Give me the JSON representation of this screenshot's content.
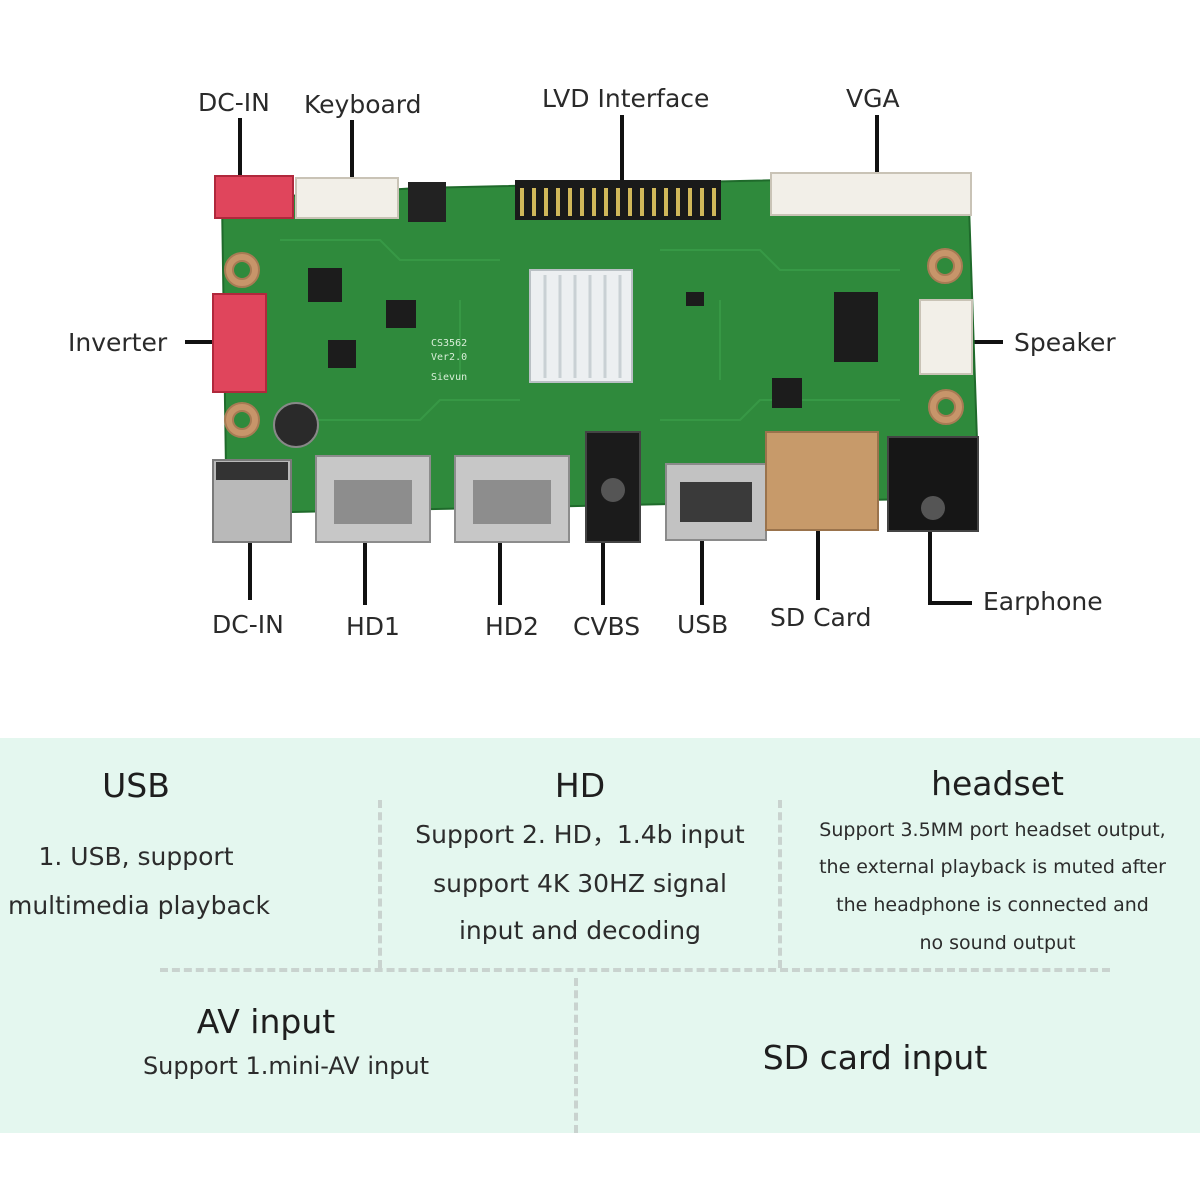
{
  "labels": {
    "dc_in_top": "DC-IN",
    "keyboard": "Keyboard",
    "lvd_interface": "LVD Interface",
    "vga": "VGA",
    "inverter": "Inverter",
    "speaker": "Speaker",
    "dc_in_bottom": "DC-IN",
    "hd1": "HD1",
    "hd2": "HD2",
    "cvbs": "CVBS",
    "usb": "USB",
    "sd_card": "SD Card",
    "earphone": "Earphone"
  },
  "silkscreen": {
    "model": "CS3562",
    "version": "Ver2.0",
    "maker": "Sievun"
  },
  "features": {
    "usb": {
      "title": "USB",
      "line1": "1. USB, support",
      "line2": "multimedia playback"
    },
    "hd": {
      "title": "HD",
      "line1": "Support 2. HD，1.4b input",
      "line2": "support 4K 30HZ signal",
      "line3": "input and decoding"
    },
    "headset": {
      "title": "headset",
      "line1": "Support 3.5MM port headset output,",
      "line2": "the external playback is muted after",
      "line3": "the headphone is connected and",
      "line4": "no sound output"
    },
    "av": {
      "title": "AV input",
      "line1": "Support 1.mini-AV input"
    },
    "sd": {
      "title": "SD card input"
    }
  },
  "colors": {
    "pcb": "#2f8a3c",
    "panel": "#e4f7ef",
    "connector_red": "#e0455c",
    "connector_white": "#f2efe8"
  }
}
